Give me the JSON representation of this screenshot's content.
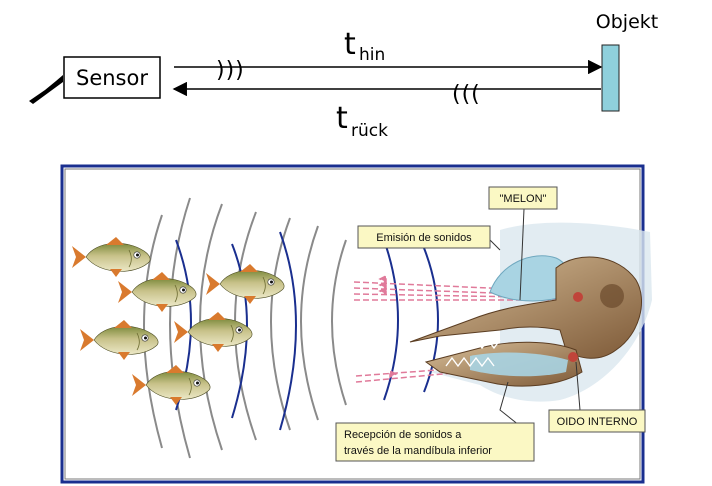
{
  "top": {
    "sensor_label": "Sensor",
    "object_label": "Objekt",
    "t_main": "t",
    "t_hin_sub": "hin",
    "t_rueck_sub": "rück",
    "wave_out": ")))",
    "wave_back": "((("
  },
  "panel": {
    "label_melon": "\"MELON\"",
    "label_emission": "Emisión de sonidos",
    "label_inner_ear": "OIDO INTERNO",
    "label_reception_1": "Recepción de sonidos a",
    "label_reception_2": "través de la mandíbula inferior"
  },
  "colors": {
    "panel_border": "#1a2f8f",
    "object_fill": "#8fd0dc",
    "callout_fill": "#fbf8c4",
    "wave_gray": "#8a8a8a",
    "wave_blue": "#1a2f8f",
    "ray_pink": "#e07a9a",
    "skull": "#b08a64",
    "melon_blue": "#a9d4e3",
    "fish_body": "#c9c38a",
    "fish_fin": "#d97a2e"
  }
}
